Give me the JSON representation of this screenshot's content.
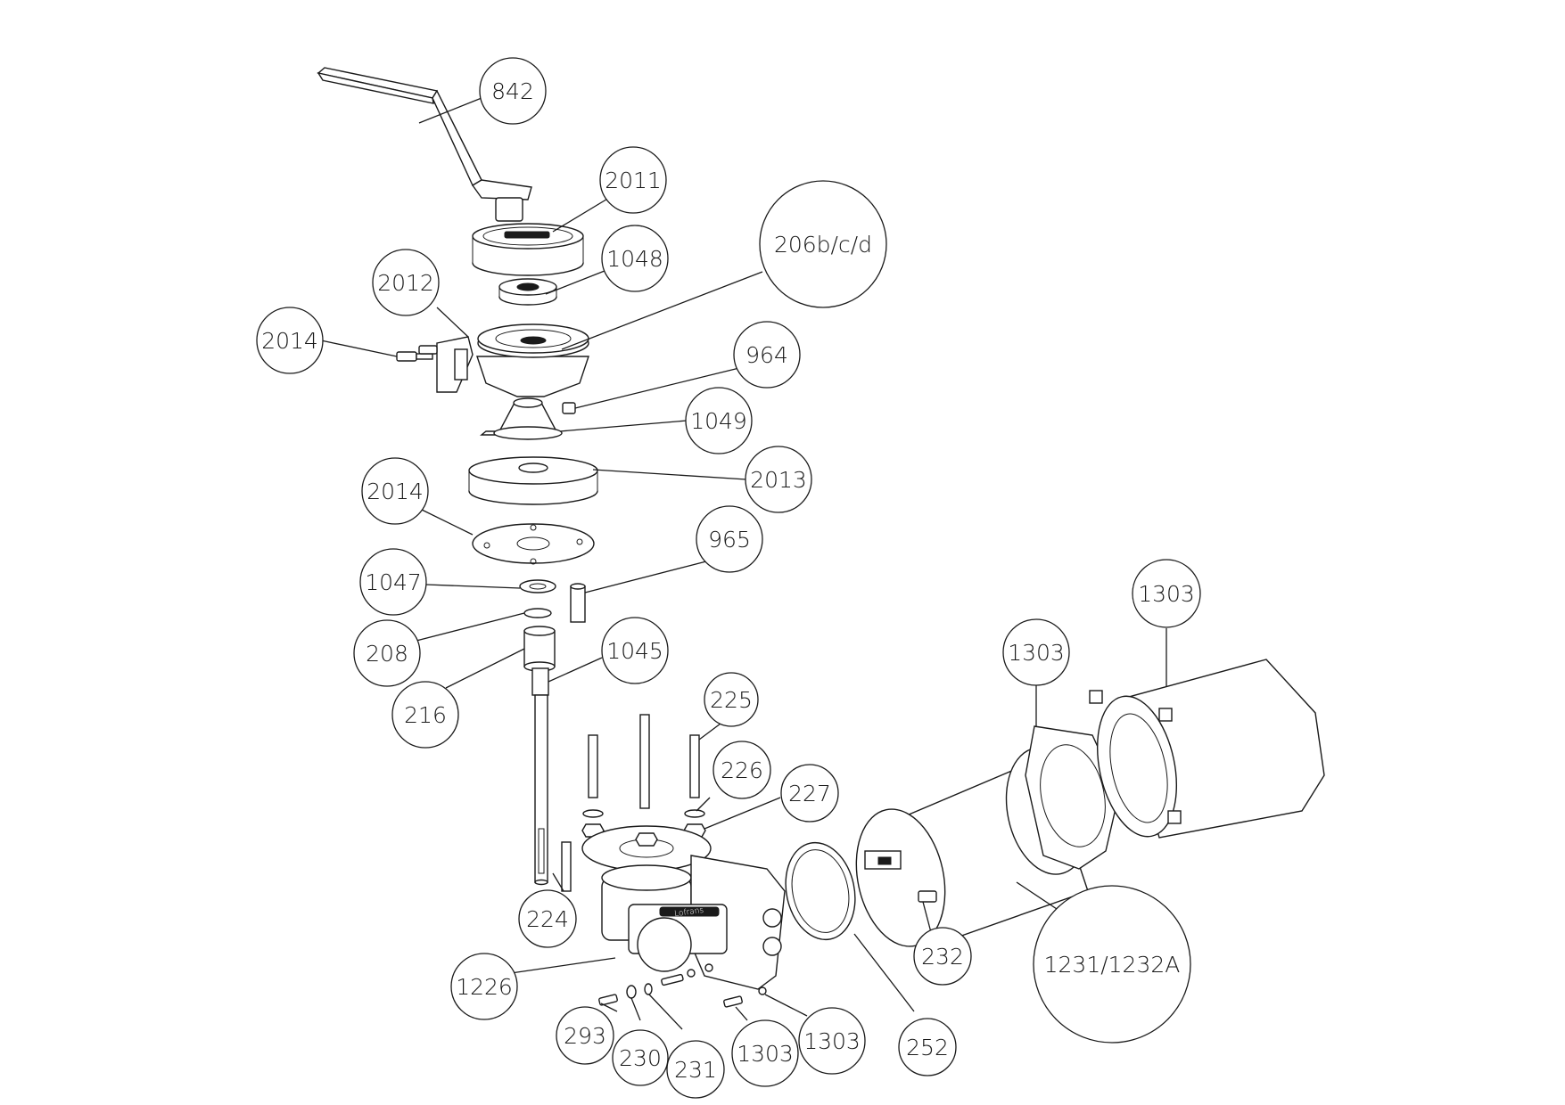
{
  "callouts": [
    {
      "id": "c842",
      "label": "842"
    },
    {
      "id": "c2011",
      "label": "2011"
    },
    {
      "id": "c1048",
      "label": "1048"
    },
    {
      "id": "c206",
      "label": "206b/c/d"
    },
    {
      "id": "c2012",
      "label": "2012"
    },
    {
      "id": "c2014a",
      "label": "2014"
    },
    {
      "id": "c964",
      "label": "964"
    },
    {
      "id": "c1049",
      "label": "1049"
    },
    {
      "id": "c2013",
      "label": "2013"
    },
    {
      "id": "c2014b",
      "label": "2014"
    },
    {
      "id": "c965",
      "label": "965"
    },
    {
      "id": "c1047",
      "label": "1047"
    },
    {
      "id": "c208",
      "label": "208"
    },
    {
      "id": "c216",
      "label": "216"
    },
    {
      "id": "c1045",
      "label": "1045"
    },
    {
      "id": "c225",
      "label": "225"
    },
    {
      "id": "c226",
      "label": "226"
    },
    {
      "id": "c227",
      "label": "227"
    },
    {
      "id": "c224",
      "label": "224"
    },
    {
      "id": "c1226",
      "label": "1226"
    },
    {
      "id": "c293",
      "label": "293"
    },
    {
      "id": "c230",
      "label": "230"
    },
    {
      "id": "c231",
      "label": "231"
    },
    {
      "id": "c1303a",
      "label": "1303"
    },
    {
      "id": "c1303b",
      "label": "1303"
    },
    {
      "id": "c252",
      "label": "252"
    },
    {
      "id": "c232",
      "label": "232"
    },
    {
      "id": "c1231",
      "label": "1231/1232A"
    },
    {
      "id": "c1303c",
      "label": "1303"
    },
    {
      "id": "c1303d",
      "label": "1303"
    }
  ],
  "brand_mark": "Lofrans"
}
